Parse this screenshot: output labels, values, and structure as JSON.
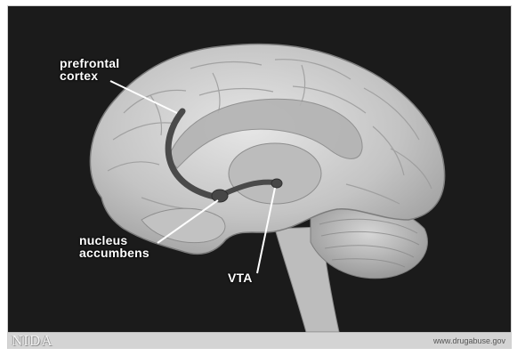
{
  "labels": {
    "prefrontal_cortex_line1": "prefrontal",
    "prefrontal_cortex_line2": "cortex",
    "nucleus_accumbens_line1": "nucleus",
    "nucleus_accumbens_line2": "accumbens",
    "vta": "VTA"
  },
  "footer": {
    "logo": "NIDA",
    "site": "www.drugabuse.gov"
  },
  "colors": {
    "background": "#1b1b1b",
    "brain": "#cfcfcf",
    "pathway": "#4a4a4a",
    "label_text": "#ffffff",
    "footer_bar": "#d4d4d4"
  }
}
